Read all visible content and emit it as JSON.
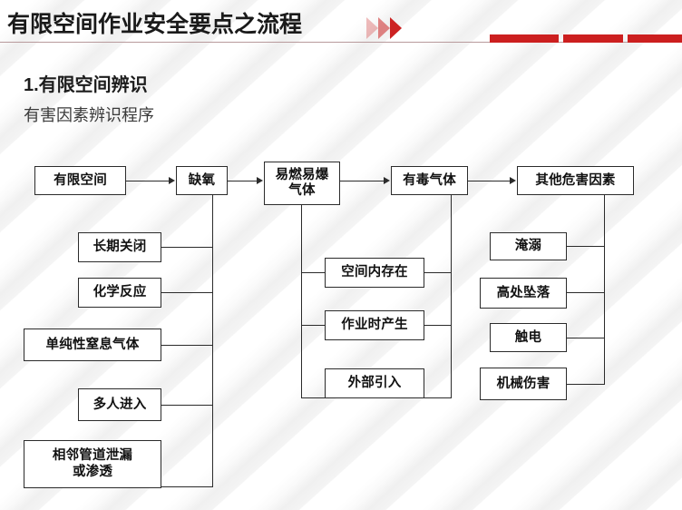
{
  "header": {
    "title": "有限空间作业安全要点之流程",
    "chevron_icon": "double-chevron-right-icon",
    "accent_color": "#cc1f1f",
    "rule_color": "#b89a9c",
    "blocks": [
      "block-1",
      "block-2",
      "block-3"
    ]
  },
  "section": {
    "number_title": "1.有限空间辨识",
    "subtitle": "有害因素辨识程序"
  },
  "flow": {
    "top_row": [
      {
        "id": "confined-space",
        "label": "有限空间"
      },
      {
        "id": "oxygen-deficiency",
        "label": "缺氧"
      },
      {
        "id": "flammable-explosive-gas",
        "label": "易燃易爆\n气体"
      },
      {
        "id": "toxic-gas",
        "label": "有毒气体"
      },
      {
        "id": "other-hazard-factors",
        "label": "其他危害因素"
      }
    ],
    "left_branch": {
      "parent": "oxygen-deficiency",
      "items": [
        {
          "id": "long-term-closure",
          "label": "长期关闭"
        },
        {
          "id": "chemical-reaction",
          "label": "化学反应"
        },
        {
          "id": "simple-asphyxiant-gas",
          "label": "单纯性窒息气体"
        },
        {
          "id": "multiple-people-entry",
          "label": "多人进入"
        },
        {
          "id": "adjacent-pipeline-leak",
          "label": "相邻管道泄漏\n或渗透"
        }
      ]
    },
    "middle_branch": {
      "parents": [
        "flammable-explosive-gas",
        "toxic-gas"
      ],
      "items": [
        {
          "id": "existing-in-space",
          "label": "空间内存在"
        },
        {
          "id": "generated-during-work",
          "label": "作业时产生"
        },
        {
          "id": "externally-introduced",
          "label": "外部引入"
        }
      ]
    },
    "right_branch": {
      "parent": "other-hazard-factors",
      "items": [
        {
          "id": "drowning",
          "label": "淹溺"
        },
        {
          "id": "fall-from-height",
          "label": "高处坠落"
        },
        {
          "id": "electric-shock",
          "label": "触电"
        },
        {
          "id": "mechanical-injury",
          "label": "机械伤害"
        }
      ]
    }
  }
}
